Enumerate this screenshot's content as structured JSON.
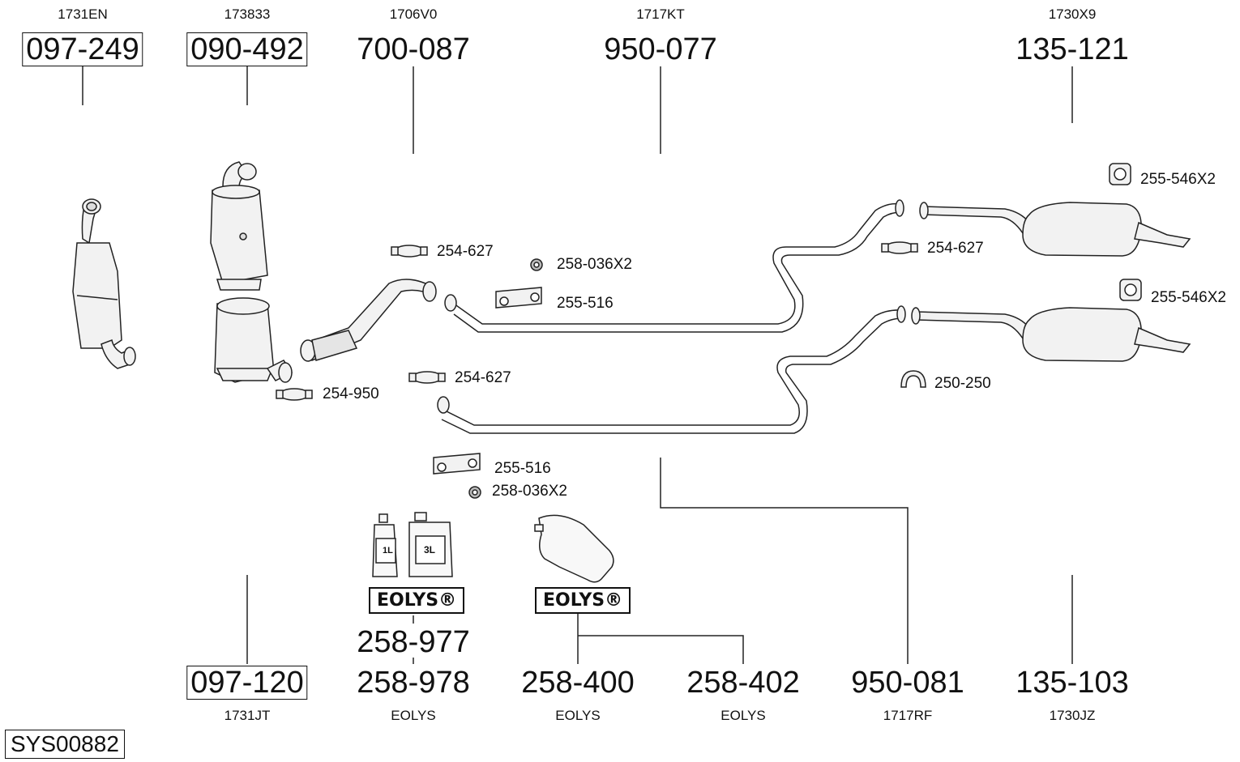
{
  "system_id": "SYS00882",
  "top_parts": [
    {
      "code": "1731EN",
      "part": "097-249",
      "boxed": true
    },
    {
      "code": "173833",
      "part": "090-492",
      "boxed": true
    },
    {
      "code": "1706V0",
      "part": "700-087",
      "boxed": false
    },
    {
      "code": "1717KT",
      "part": "950-077",
      "boxed": false
    },
    {
      "code": "1730X9",
      "part": "135-121",
      "boxed": false
    }
  ],
  "bottom_parts": [
    {
      "code": "1731JT",
      "part": "097-120",
      "boxed": true
    },
    {
      "code": "EOLYS",
      "part": "258-978",
      "part_above": "258-977",
      "boxed": false
    },
    {
      "code": "EOLYS",
      "part": "258-400",
      "boxed": false
    },
    {
      "code": "EOLYS",
      "part": "258-402",
      "boxed": false
    },
    {
      "code": "1717RF",
      "part": "950-081",
      "boxed": false
    },
    {
      "code": "1730JZ",
      "part": "135-103",
      "boxed": false
    }
  ],
  "hardware_labels": {
    "clamp_upper_left": "254-627",
    "nut_upper": "258-036X2",
    "hanger_upper": "255-516",
    "clamp_lower_left": "254-627",
    "clamp_cat": "254-950",
    "hanger_lower": "255-516",
    "nut_lower": "258-036X2",
    "clamp_upper_right": "254-627",
    "clamp_lower_right": "250-250",
    "rubber_upper_right": "255-546X2",
    "rubber_lower_right": "255-546X2"
  },
  "eolys": {
    "brand_label_1": "EOLYS®",
    "brand_label_2": "EOLYS®",
    "bottle_small": "1L",
    "bottle_large": "3L"
  }
}
